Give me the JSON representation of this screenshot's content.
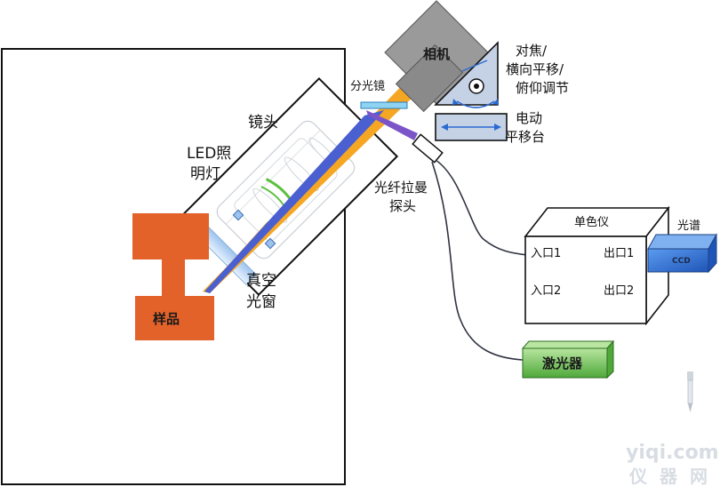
{
  "labels": {
    "camera": "相机",
    "beam_splitter": "分光镜",
    "focus_adjust": [
      "对焦/",
      "横向平移/",
      "俯仰调节"
    ],
    "motorized_stage": [
      "电动",
      "平移台"
    ],
    "lens": "镜头",
    "led_light": [
      "LED照",
      "明灯"
    ],
    "fiber_raman_probe": [
      "光纤拉曼",
      "探头"
    ],
    "vacuum_window": [
      "真空",
      "光窗"
    ],
    "sample": "样品",
    "monochromator": "单色仪",
    "spectrum": "光谱",
    "ccd": "CCD",
    "entrance_1": "入口1",
    "exit_1": "出口1",
    "entrance_2": "入口2",
    "exit_2": "出口2",
    "laser": "激光器"
  },
  "watermark": {
    "site": "yiqi.com",
    "chars": "仪器网"
  },
  "colors": {
    "sample": "#e2622a",
    "camera": "#9a9a9a",
    "stage": "#c5d2e6",
    "beam_orange": "#f5a623",
    "beam_blue": "#4a5fd0",
    "ccd": "#2e6fd1",
    "laser": "#6cc04a",
    "fiber": "#2f3340"
  }
}
